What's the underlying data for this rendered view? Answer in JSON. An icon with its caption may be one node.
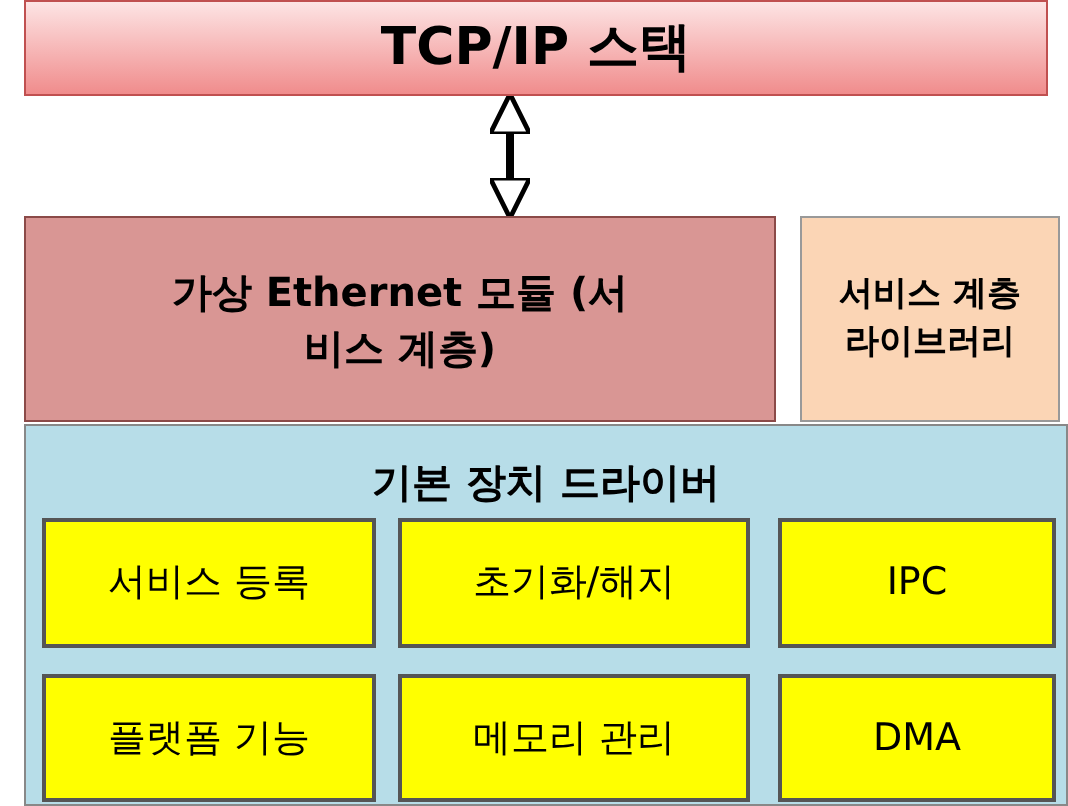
{
  "diagram": {
    "nodes": [
      {
        "text": [
          "TCP/IP 스택"
        ]
      },
      {
        "text": [
          "가상 Ethernet 모듈 (서비스 계층)"
        ]
      },
      {
        "text": [
          "서비스 계층 라이브러리"
        ]
      },
      {
        "text": [
          "기본 장치 드라이버"
        ]
      },
      {
        "text": [
          "서비스 등록"
        ],
        "in": 3
      },
      {
        "text": [
          "초기화/해지"
        ],
        "in": 3
      },
      {
        "text": [
          "IPC"
        ],
        "in": 3
      },
      {
        "text": [
          "플랫폼 기능"
        ],
        "in": 3
      },
      {
        "text": [
          "메모리 관리"
        ],
        "in": 3
      },
      {
        "text": [
          "DMA"
        ],
        "in": 3
      }
    ],
    "edges": [
      {
        "from": 0,
        "to": 1,
        "arrow": "both"
      }
    ]
  }
}
